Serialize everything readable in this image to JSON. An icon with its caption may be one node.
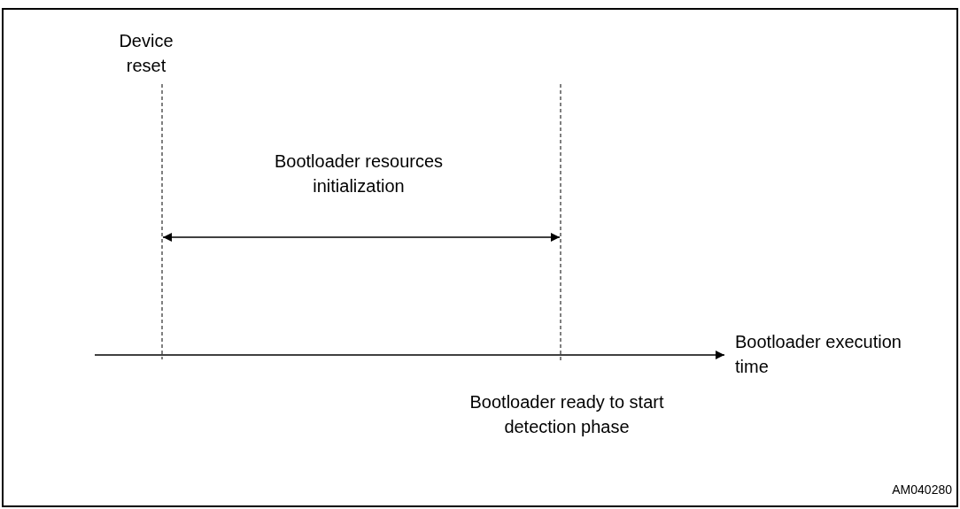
{
  "diagram": {
    "labels": [
      "Device reset",
      "Bootloader resources initialization",
      "Bootloader execution time",
      "Bootloader ready to start detection phase",
      "AM040280"
    ]
  }
}
